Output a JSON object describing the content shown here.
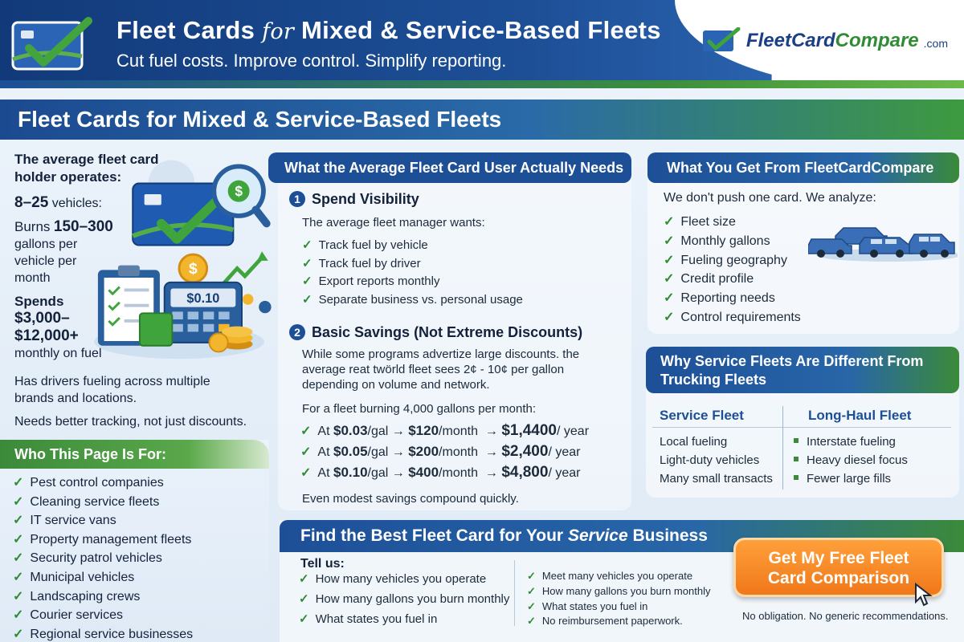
{
  "header": {
    "title_part1": "Fleet Cards",
    "title_for": "for",
    "title_part2": "Mixed & Service-Based Fleets",
    "subtitle": "Cut fuel costs. Improve control. Simplify reporting.",
    "brand_name_a": "FleetCard",
    "brand_name_b": "Compare",
    "brand_com": ".com"
  },
  "banner": {
    "title": "Fleet Cards for Mixed & Service-Based Fleets"
  },
  "average": {
    "intro": "The average fleet card holder operates:",
    "vehicles_big": "8–25",
    "vehicles_text": "vehicles:",
    "burns_a": "Burns",
    "burns_big": "150–300",
    "burns_text": "gallons per vehicle per month",
    "spends_a": "Spends",
    "spends_big": "$3,000–$12,000+",
    "spends_text": "monthly on fuel",
    "drivers": "Has drivers fueling across multiple brands and locations.",
    "needs": "Needs better tracking, not just discounts.",
    "calc_display": "$0.10"
  },
  "who": {
    "title": "Who This Page Is For:",
    "items": [
      "Pest control companies",
      "Cleaning service fleets",
      "IT service vans",
      "Property management fleets",
      "Security patrol vehicles",
      "Municipal vehicles",
      "Landscaping crews",
      "Courier services",
      "Regional service businesses"
    ]
  },
  "needs": {
    "title": "What the Average Fleet Card User Actually Needs",
    "s1_num": "1",
    "s1_title": "Spend Visibility",
    "s1_intro": "The average fleet manager wants:",
    "s1_items": [
      "Track fuel by vehicle",
      "Track fuel by driver",
      "Export reports monthly",
      "Separate business vs. personal usage"
    ],
    "s2_num": "2",
    "s2_title": "Basic Savings (Not Extreme Discounts)",
    "s2_para": "While some programs advertize large discounts. the average reat twörld fleet sees 2¢ - 10¢ per gallon depending on volume and network.",
    "s2_example": "For a fleet burning 4,000 gallons per month:",
    "savings": [
      {
        "rate": "$0.03",
        "unit": "/gal",
        "monthly": "$120",
        "per_month": "/month",
        "yearly": "$1,4400",
        "per_year": "/ year"
      },
      {
        "rate": "$0.05",
        "unit": "/gal",
        "monthly": "$200",
        "per_month": "/month",
        "yearly": "$2,400",
        "per_year": "/ year"
      },
      {
        "rate": "$0.10",
        "unit": "/gal",
        "monthly": "$400",
        "per_month": "/month",
        "yearly": "$4,800",
        "per_year": "/ year"
      }
    ],
    "at_label": "At",
    "closing": "Even modest savings compound quickly."
  },
  "get": {
    "title": "What You Get From FleetCardCompare",
    "intro": "We don't push one card. We analyze:",
    "items": [
      "Fleet size",
      "Monthly gallons",
      "Fueling geography",
      "Credit profile",
      "Reporting needs",
      "Control requirements"
    ]
  },
  "why": {
    "title": "Why Service Fleets Are Different From Trucking Fleets",
    "service_head": "Service Fleet",
    "longhaul_head": "Long-Haul Fleet",
    "service_items": [
      "Local fueling",
      "Light-duty vehicles",
      "Many small transacts"
    ],
    "longhaul_items": [
      "Interstate fueling",
      "Heavy diesel focus",
      "Fewer large fills"
    ]
  },
  "cta": {
    "title_a": "Find the Best Fleet Card for Your",
    "title_b": "Service",
    "title_c": "Business",
    "tell": "Tell us:",
    "tell_items": [
      "How many vehicles you operate",
      "How many gallons you burn monthly",
      "What states you fuel in"
    ],
    "extra_items": [
      "Meet many vehicles you operate",
      "How many gallons you burn monthly",
      "What states you fuel in",
      "No reimbursement paperwork."
    ],
    "button_line1": "Get My Free Fleet",
    "button_line2": "Card Comparison",
    "note": "No obligation. No generic recommendations."
  },
  "colors": {
    "navy": "#1d4f97",
    "green": "#3b8a3a",
    "orange": "#f0781a"
  }
}
